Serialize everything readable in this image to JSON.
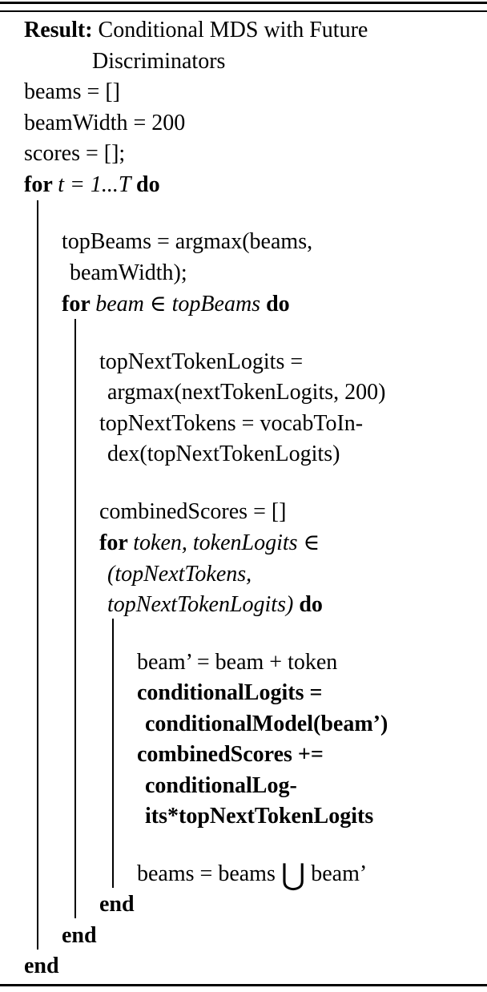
{
  "algorithm": {
    "result_label": "Result:",
    "result_text": "Conditional MDS with Future Discriminators",
    "colors": {
      "text": "#000000",
      "rules": "#000000",
      "background": "#ffffff"
    },
    "lines": [
      {
        "level": 0,
        "gap": false,
        "cont": false,
        "segments": [
          {
            "text": "Result: ",
            "style": "bold"
          },
          {
            "text": "Conditional MDS with Future",
            "style": "normal"
          }
        ]
      },
      {
        "level": 0,
        "gap": false,
        "cont": false,
        "result_cont": true,
        "segments": [
          {
            "text": "Discriminators",
            "style": "normal"
          }
        ]
      },
      {
        "level": 0,
        "gap": false,
        "cont": false,
        "segments": [
          {
            "text": "beams = []",
            "style": "normal"
          }
        ]
      },
      {
        "level": 0,
        "gap": false,
        "cont": false,
        "segments": [
          {
            "text": "beamWidth = 200",
            "style": "normal"
          }
        ]
      },
      {
        "level": 0,
        "gap": false,
        "cont": false,
        "segments": [
          {
            "text": "scores = [];",
            "style": "normal"
          }
        ]
      },
      {
        "level": 0,
        "gap": false,
        "cont": false,
        "segments": [
          {
            "text": "for ",
            "style": "bold"
          },
          {
            "text": "t = 1...T ",
            "style": "italic"
          },
          {
            "text": "do",
            "style": "bold"
          }
        ]
      },
      {
        "level": 1,
        "gap": true,
        "cont": false,
        "segments": [
          {
            "text": "topBeams = argmax(beams,",
            "style": "normal"
          }
        ]
      },
      {
        "level": 1,
        "gap": false,
        "cont": true,
        "segments": [
          {
            "text": "beamWidth);",
            "style": "normal"
          }
        ]
      },
      {
        "level": 1,
        "gap": false,
        "cont": false,
        "segments": [
          {
            "text": "for ",
            "style": "bold"
          },
          {
            "text": "beam ",
            "style": "italic"
          },
          {
            "text": "∈",
            "style": "elem"
          },
          {
            "text": " topBeams ",
            "style": "italic"
          },
          {
            "text": "do",
            "style": "bold"
          }
        ]
      },
      {
        "level": 2,
        "gap": true,
        "cont": false,
        "segments": [
          {
            "text": "topNextTokenLogits =",
            "style": "normal"
          }
        ]
      },
      {
        "level": 2,
        "gap": false,
        "cont": true,
        "segments": [
          {
            "text": "argmax(nextTokenLogits, 200)",
            "style": "normal"
          }
        ]
      },
      {
        "level": 2,
        "gap": false,
        "cont": false,
        "segments": [
          {
            "text": "topNextTokens = vocabToIn-",
            "style": "normal"
          }
        ]
      },
      {
        "level": 2,
        "gap": false,
        "cont": true,
        "segments": [
          {
            "text": "dex(topNextTokenLogits)",
            "style": "normal"
          }
        ]
      },
      {
        "level": 2,
        "gap": true,
        "cont": false,
        "segments": [
          {
            "text": "combinedScores = []",
            "style": "normal"
          }
        ]
      },
      {
        "level": 2,
        "gap": false,
        "cont": false,
        "segments": [
          {
            "text": "for ",
            "style": "bold"
          },
          {
            "text": "token, tokenLogits ",
            "style": "italic"
          },
          {
            "text": "∈",
            "style": "elem"
          }
        ]
      },
      {
        "level": 2,
        "gap": false,
        "cont": true,
        "segments": [
          {
            "text": "(topNextTokens,",
            "style": "italic"
          }
        ]
      },
      {
        "level": 2,
        "gap": false,
        "cont": true,
        "segments": [
          {
            "text": "topNextTokenLogits) ",
            "style": "italic"
          },
          {
            "text": "do",
            "style": "bold"
          }
        ]
      },
      {
        "level": 3,
        "gap": true,
        "cont": false,
        "segments": [
          {
            "text": "beam’ = beam + token",
            "style": "normal"
          }
        ]
      },
      {
        "level": 3,
        "gap": false,
        "cont": false,
        "segments": [
          {
            "text": "conditionalLogits =",
            "style": "bold"
          }
        ]
      },
      {
        "level": 3,
        "gap": false,
        "cont": true,
        "segments": [
          {
            "text": "conditionalModel(beam’)",
            "style": "bold"
          }
        ]
      },
      {
        "level": 3,
        "gap": false,
        "cont": false,
        "segments": [
          {
            "text": "combinedScores +=",
            "style": "bold"
          }
        ]
      },
      {
        "level": 3,
        "gap": false,
        "cont": true,
        "segments": [
          {
            "text": "conditionalLog-",
            "style": "bold"
          }
        ]
      },
      {
        "level": 3,
        "gap": false,
        "cont": true,
        "segments": [
          {
            "text": "its*topNextTokenLogits",
            "style": "bold"
          }
        ]
      },
      {
        "level": 3,
        "gap": true,
        "cont": false,
        "segments": [
          {
            "text": "beams = beams ",
            "style": "normal"
          },
          {
            "text": "⋃",
            "style": "union"
          },
          {
            "text": " beam’",
            "style": "normal"
          }
        ]
      },
      {
        "level": 2,
        "gap": false,
        "cont": false,
        "segments": [
          {
            "text": "end",
            "style": "bold"
          }
        ]
      },
      {
        "level": 1,
        "gap": false,
        "cont": false,
        "segments": [
          {
            "text": "end",
            "style": "bold"
          }
        ]
      },
      {
        "level": 0,
        "gap": false,
        "cont": false,
        "segments": [
          {
            "text": "end",
            "style": "bold"
          }
        ]
      }
    ]
  }
}
